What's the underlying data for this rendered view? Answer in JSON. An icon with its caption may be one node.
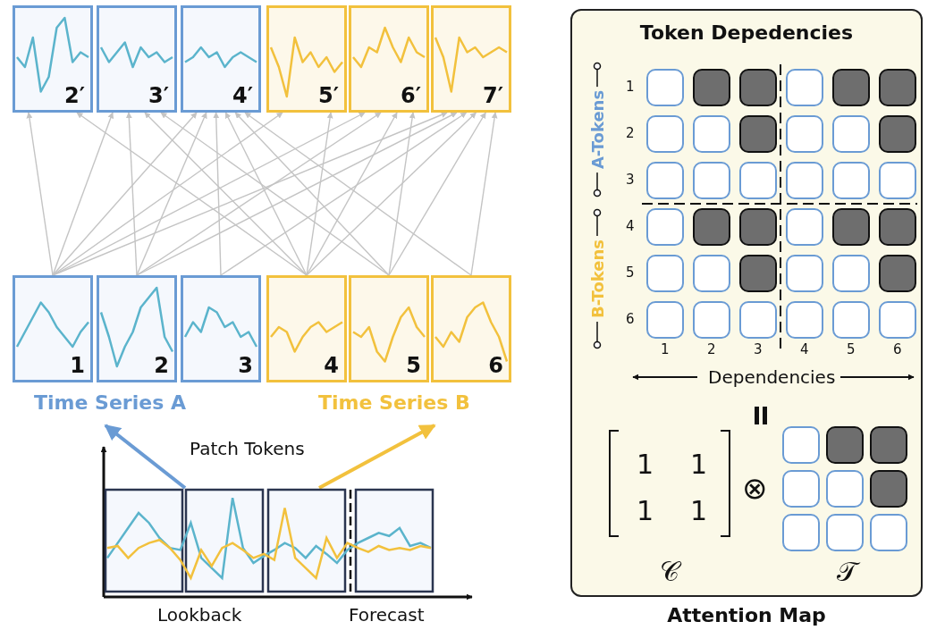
{
  "diagram": {
    "nodes": [
      {
        "text": [
          "2′"
        ]
      },
      {
        "text": [
          "3′"
        ]
      },
      {
        "text": [
          "4′"
        ]
      },
      {
        "text": [
          "5′"
        ]
      },
      {
        "text": [
          "6′"
        ]
      },
      {
        "text": [
          "7′"
        ]
      },
      {
        "text": [
          "1"
        ]
      },
      {
        "text": [
          "2"
        ]
      },
      {
        "text": [
          "3"
        ]
      },
      {
        "text": [
          "4"
        ]
      },
      {
        "text": [
          "5"
        ]
      },
      {
        "text": [
          "6"
        ]
      },
      {
        "text": [
          "Time Series A"
        ]
      },
      {
        "text": [
          "Time Series B"
        ]
      },
      {
        "text": [],
        "shape": "picture"
      },
      {
        "text": [
          "Token Depedencies",
          "Attention Map"
        ]
      }
    ],
    "edges": [
      {
        "from": 6,
        "to": 0,
        "arrow": "to"
      },
      {
        "from": 9,
        "to": 0,
        "arrow": "to"
      },
      {
        "from": 6,
        "to": 1,
        "arrow": "to"
      },
      {
        "from": 7,
        "to": 1,
        "arrow": "to"
      },
      {
        "from": 9,
        "to": 1,
        "arrow": "to"
      },
      {
        "from": 10,
        "to": 1,
        "arrow": "to"
      },
      {
        "from": 6,
        "to": 2,
        "arrow": "to"
      },
      {
        "from": 7,
        "to": 2,
        "arrow": "to"
      },
      {
        "from": 8,
        "to": 2,
        "arrow": "to"
      },
      {
        "from": 9,
        "to": 2,
        "arrow": "to"
      },
      {
        "from": 10,
        "to": 2,
        "arrow": "to"
      },
      {
        "from": 11,
        "to": 2,
        "arrow": "to"
      },
      {
        "from": 6,
        "to": 3,
        "arrow": "to"
      },
      {
        "from": 9,
        "to": 3,
        "arrow": "to"
      },
      {
        "from": 6,
        "to": 4,
        "arrow": "to"
      },
      {
        "from": 7,
        "to": 4,
        "arrow": "to"
      },
      {
        "from": 9,
        "to": 4,
        "arrow": "to"
      },
      {
        "from": 10,
        "to": 4,
        "arrow": "to"
      },
      {
        "from": 6,
        "to": 5,
        "arrow": "to"
      },
      {
        "from": 7,
        "to": 5,
        "arrow": "to"
      },
      {
        "from": 8,
        "to": 5,
        "arrow": "to"
      },
      {
        "from": 9,
        "to": 5,
        "arrow": "to"
      },
      {
        "from": 10,
        "to": 5,
        "arrow": "to"
      },
      {
        "from": 11,
        "to": 5,
        "arrow": "to"
      },
      {
        "from": 14,
        "to": 12,
        "arrow": "to",
        "style": "thick",
        "color": "#6a9bd4"
      },
      {
        "from": 14,
        "to": 13,
        "arrow": "to",
        "style": "thick",
        "color": "#f2c13d"
      }
    ],
    "labels": [
      "Patch Tokens",
      "Lookback",
      "Forecast",
      "A-Tokens",
      "1",
      "2",
      "3",
      "B-Tokens",
      "4",
      "5",
      "6",
      "1",
      "2",
      "3",
      "4",
      "5",
      "6",
      "Dependencies",
      "1",
      "1",
      "1",
      "1",
      "⊗",
      "𝒞",
      "𝒯"
    ]
  }
}
